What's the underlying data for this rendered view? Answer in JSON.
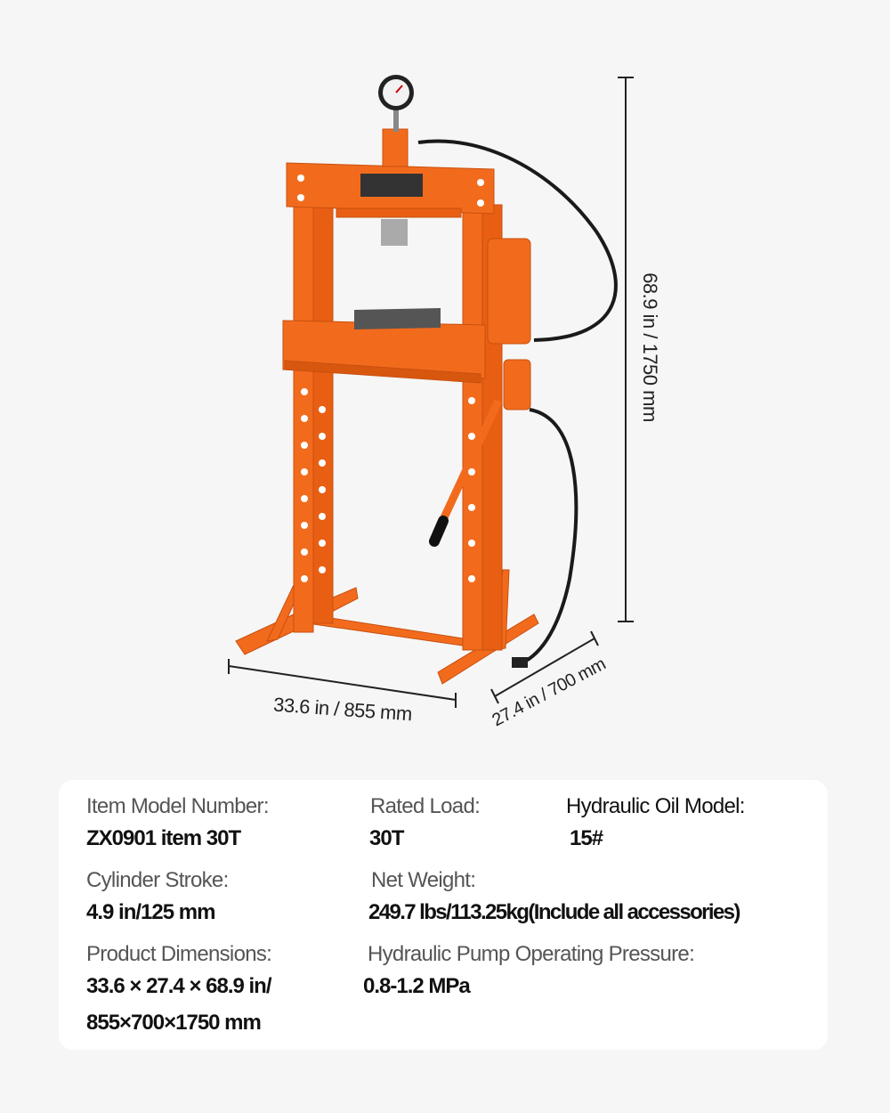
{
  "dimensions": {
    "height": "68.9 in / 1750 mm",
    "width": "33.6 in / 855 mm",
    "depth": "27.4 in / 700 mm"
  },
  "colors": {
    "frame": "#f26b1d",
    "background": "#f6f6f6",
    "card": "#ffffff"
  },
  "specs": {
    "model_label": "Item Model Number:",
    "model_value": "ZX0901 item 30T",
    "load_label": "Rated Load:",
    "load_value": "30T",
    "oil_label": "Hydraulic Oil Model:",
    "oil_value": "15#",
    "stroke_label": "Cylinder Stroke:",
    "stroke_value": "4.9 in/125 mm",
    "weight_label": "Net Weight:",
    "weight_value": "249.7 lbs/113.25kg(Include all accessories)",
    "dims_label": "Product Dimensions:",
    "dims_value_1": "33.6 × 27.4 × 68.9 in/",
    "dims_value_2": "855×700×1750 mm",
    "pressure_label": "Hydraulic Pump Operating Pressure:",
    "pressure_value": "0.8-1.2 MPa"
  }
}
